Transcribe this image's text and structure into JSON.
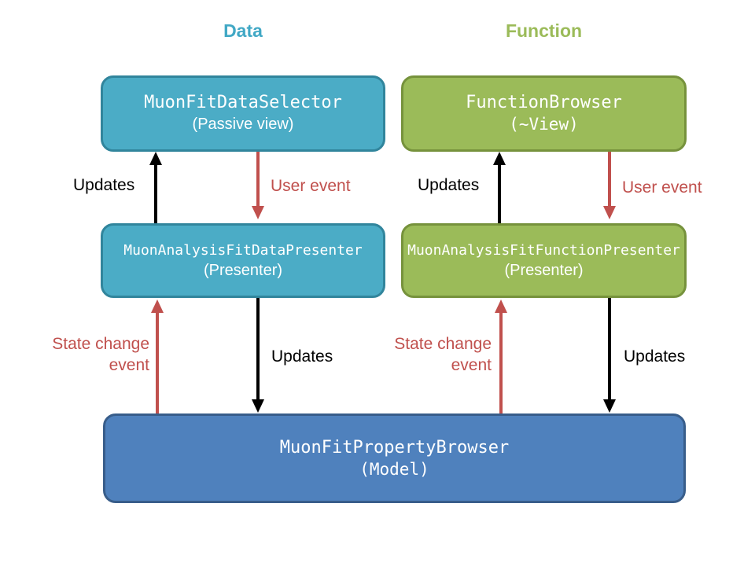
{
  "headers": {
    "data": "Data",
    "function": "Function"
  },
  "nodes": {
    "data_view": {
      "title": "MuonFitDataSelector",
      "subtitle": "(Passive view)"
    },
    "function_view": {
      "title": "FunctionBrowser",
      "subtitle": "(~View)"
    },
    "data_presenter": {
      "title": "MuonAnalysisFitDataPresenter",
      "subtitle": "(Presenter)"
    },
    "function_presenter": {
      "title": "MuonAnalysisFitFunctionPresenter",
      "subtitle": "(Presenter)"
    },
    "model": {
      "title": "MuonFitPropertyBrowser",
      "subtitle": "(Model)"
    }
  },
  "edges": {
    "data_updates_up": {
      "label": "Updates",
      "color": "black",
      "direction": "up",
      "from": "data_presenter",
      "to": "data_view"
    },
    "data_user_event_down": {
      "label": "User event",
      "color": "red",
      "direction": "down",
      "from": "data_view",
      "to": "data_presenter"
    },
    "function_updates_up": {
      "label": "Updates",
      "color": "black",
      "direction": "up",
      "from": "function_presenter",
      "to": "function_view"
    },
    "function_user_event_down": {
      "label": "User event",
      "color": "red",
      "direction": "down",
      "from": "function_view",
      "to": "function_presenter"
    },
    "data_state_change_up": {
      "label_line1": "State change",
      "label_line2": "event",
      "color": "red",
      "direction": "up",
      "from": "model",
      "to": "data_presenter"
    },
    "data_model_updates_down": {
      "label": "Updates",
      "color": "black",
      "direction": "down",
      "from": "data_presenter",
      "to": "model"
    },
    "function_state_change_up": {
      "label_line1": "State change",
      "label_line2": "event",
      "color": "red",
      "direction": "up",
      "from": "model",
      "to": "function_presenter"
    },
    "function_model_updates_down": {
      "label": "Updates",
      "color": "black",
      "direction": "down",
      "from": "function_presenter",
      "to": "model"
    }
  },
  "colors": {
    "teal_fill": "#4BACC6",
    "teal_border": "#31859C",
    "green_fill": "#9BBB59",
    "green_border": "#76923C",
    "blue_fill": "#4F81BD",
    "blue_border": "#385D8A",
    "red_accent": "#C0504D",
    "black": "#000000",
    "data_header_text": "#41A8C5",
    "function_header_text": "#9BBB59"
  }
}
